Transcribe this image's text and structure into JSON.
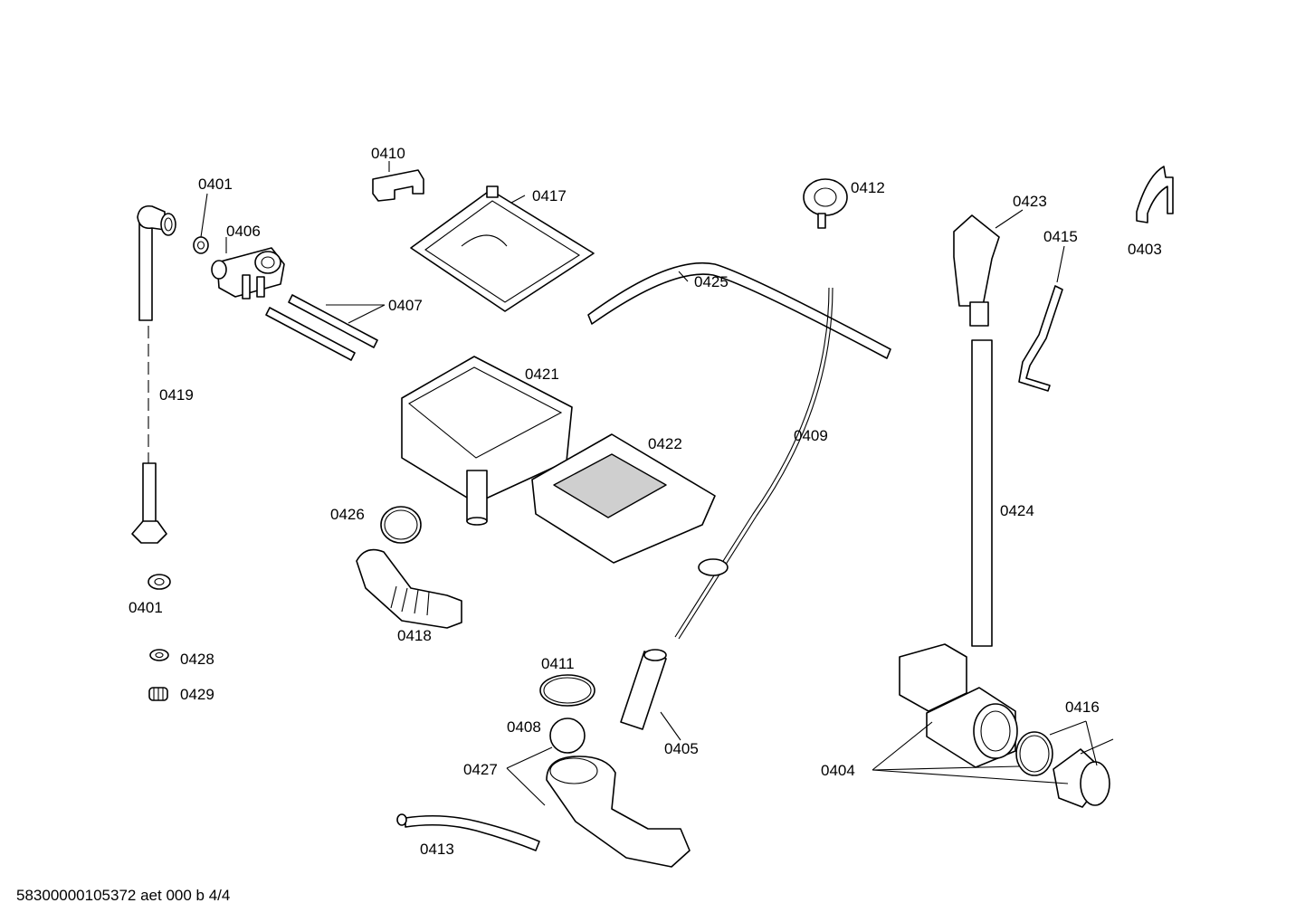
{
  "doc_id": "58300000105372 aet 000 b 4/4",
  "labels": {
    "p0401a": "0401",
    "p0401b": "0401",
    "p0403": "0403",
    "p0404": "0404",
    "p0405": "0405",
    "p0406": "0406",
    "p0407": "0407",
    "p0408": "0408",
    "p0409": "0409",
    "p0410": "0410",
    "p0411": "0411",
    "p0412": "0412",
    "p0413": "0413",
    "p0415": "0415",
    "p0416": "0416",
    "p0417": "0417",
    "p0418": "0418",
    "p0419": "0419",
    "p0421": "0421",
    "p0422": "0422",
    "p0423": "0423",
    "p0424": "0424",
    "p0425": "0425",
    "p0426": "0426",
    "p0427": "0427",
    "p0428": "0428",
    "p0429": "0429"
  }
}
